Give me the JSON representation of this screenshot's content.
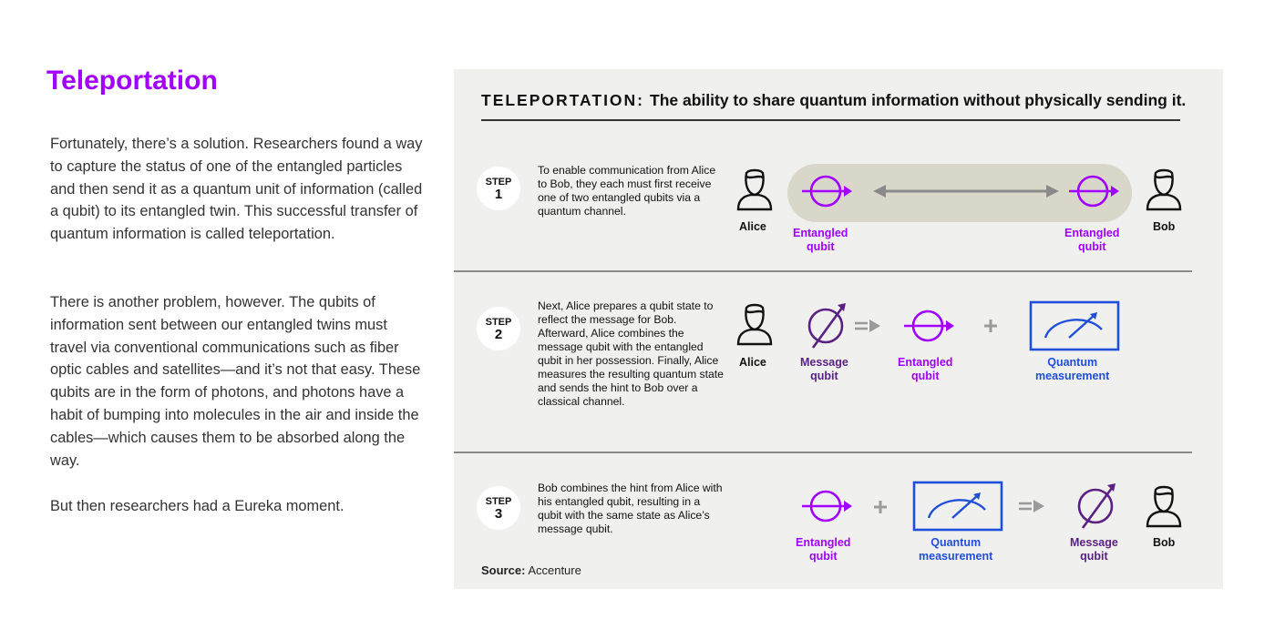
{
  "page": {
    "title": "Teleportation",
    "paragraphs": [
      "Fortunately, there’s a solution. Researchers found a way to capture the status of one of the entangled particles and then send it as a quantum unit of information (called a qubit) to its entangled twin. This successful transfer of quantum information is called teleportation.",
      "There is another problem, however. The qubits of information sent between our entangled twins must travel via conventional communications such as fiber optic cables and satellites—and it’s not that easy. These qubits are in the form of photons, and photons have a habit of bumping into molecules in the air and inside the cables—which causes them to be absorbed along the way.",
      "But then researchers had a Eureka moment."
    ]
  },
  "figure": {
    "heading_keyword": "TELEPORTATION:",
    "heading_rest": "The ability to share quantum information without physically sending it.",
    "steps": [
      {
        "word": "STEP",
        "number": "1",
        "text": "To enable communication from Alice to Bob, they each must first receive one of two entangled qubits via a quantum channel.",
        "labels": {
          "alice": "Alice",
          "qubit_left_1": "Entangled",
          "qubit_left_2": "qubit",
          "qubit_right_1": "Entangled",
          "qubit_right_2": "qubit",
          "bob": "Bob"
        }
      },
      {
        "word": "STEP",
        "number": "2",
        "text": "Next, Alice prepares a qubit state to reflect the message for Bob. Afterward, Alice combines the message qubit with the entangled qubit in her possession. Finally, Alice measures the resulting quantum state and sends the hint to Bob over a classical channel.",
        "labels": {
          "alice": "Alice",
          "message_1": "Message",
          "message_2": "qubit",
          "entangled_1": "Entangled",
          "entangled_2": "qubit",
          "measure_1": "Quantum",
          "measure_2": "measurement"
        }
      },
      {
        "word": "STEP",
        "number": "3",
        "text": "Bob combines the hint from Alice with his entangled qubit, resulting in a qubit with the same state as Alice’s message qubit.",
        "labels": {
          "entangled_1": "Entangled",
          "entangled_2": "qubit",
          "measure_1": "Quantum",
          "measure_2": "measurement",
          "message_1": "Message",
          "message_2": "qubit",
          "bob": "Bob"
        }
      }
    ],
    "source_label": "Source:",
    "source_value": "Accenture",
    "colors": {
      "purple": "#a100ff",
      "dark_purple": "#5a2082",
      "blue": "#1f4fd8",
      "panel": "#f0f0ef",
      "channel": "#d8d7ca"
    },
    "icons": [
      "person-icon",
      "entangled-qubit-icon",
      "message-qubit-icon",
      "quantum-measurement-icon",
      "double-arrow-icon",
      "plus-icon",
      "implies-arrow-icon"
    ]
  }
}
